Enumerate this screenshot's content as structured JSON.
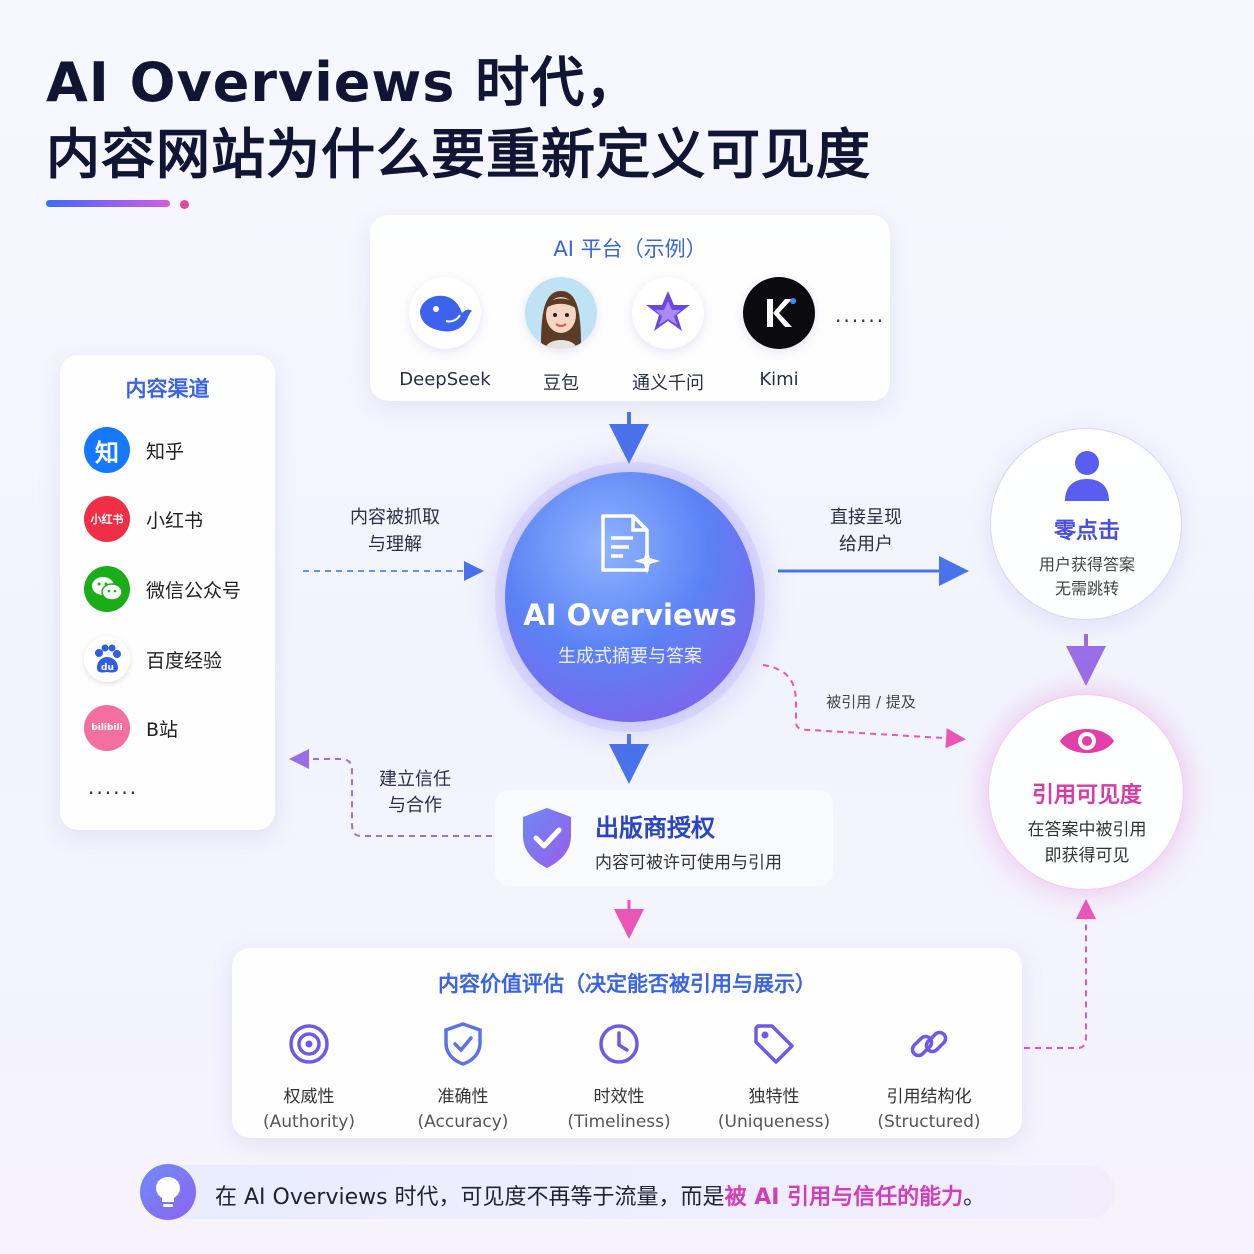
{
  "title": {
    "line1": "AI Overviews 时代，",
    "line2": "内容网站为什么要重新定义可见度"
  },
  "platforms": {
    "title": "AI 平台（示例）",
    "items": [
      {
        "label": "DeepSeek",
        "icon": "whale-icon"
      },
      {
        "label": "豆包",
        "icon": "avatar-icon"
      },
      {
        "label": "通义千问",
        "icon": "star-logo-icon"
      },
      {
        "label": "Kimi",
        "icon": "kimi-logo-icon"
      }
    ],
    "more": "......"
  },
  "channels": {
    "title": "内容渠道",
    "items": [
      {
        "label": "知乎",
        "badge": "知",
        "color": "#1677ff"
      },
      {
        "label": "小红书",
        "badge": "小红书",
        "color": "#ef2f45"
      },
      {
        "label": "微信公众号",
        "badge": "",
        "color": "#1aad19"
      },
      {
        "label": "百度经验",
        "badge": "du",
        "color": "#2f5fe0"
      },
      {
        "label": "B站",
        "badge": "bilibili",
        "color": "#f26fa0"
      }
    ],
    "more": "......"
  },
  "center": {
    "title": "AI Overviews",
    "subtitle": "生成式摘要与答案"
  },
  "arrows": {
    "crawl_line1": "内容被抓取",
    "crawl_line2": "与理解",
    "present_line1": "直接呈现",
    "present_line2": "给用户",
    "cited": "被引用 / 提及",
    "trust_line1": "建立信任",
    "trust_line2": "与合作"
  },
  "zero_click": {
    "title": "零点击",
    "desc1": "用户获得答案",
    "desc2": "无需跳转"
  },
  "citation": {
    "title": "引用可见度",
    "desc1": "在答案中被引用",
    "desc2": "即获得可见"
  },
  "publisher": {
    "title": "出版商授权",
    "subtitle": "内容可被许可使用与引用"
  },
  "value": {
    "title": "内容价值评估（决定能否被引用与展示）",
    "items": [
      {
        "zh": "权威性",
        "en": "(Authority)",
        "icon": "target-icon"
      },
      {
        "zh": "准确性",
        "en": "(Accuracy)",
        "icon": "shield-check-icon"
      },
      {
        "zh": "时效性",
        "en": "(Timeliness)",
        "icon": "clock-icon"
      },
      {
        "zh": "独特性",
        "en": "(Uniqueness)",
        "icon": "tag-icon"
      },
      {
        "zh": "引用结构化",
        "en": "(Structured)",
        "icon": "link-icon"
      }
    ]
  },
  "banner": {
    "text_before": "在 AI Overviews 时代，可见度不再等于流量，而是",
    "text_emphasis": "被 AI 引用与信任的能力",
    "text_after": "。"
  },
  "colors": {
    "accent_blue": "#3a64e0",
    "accent_pink": "#d63ba8",
    "accent_purple": "#7b66ee"
  }
}
